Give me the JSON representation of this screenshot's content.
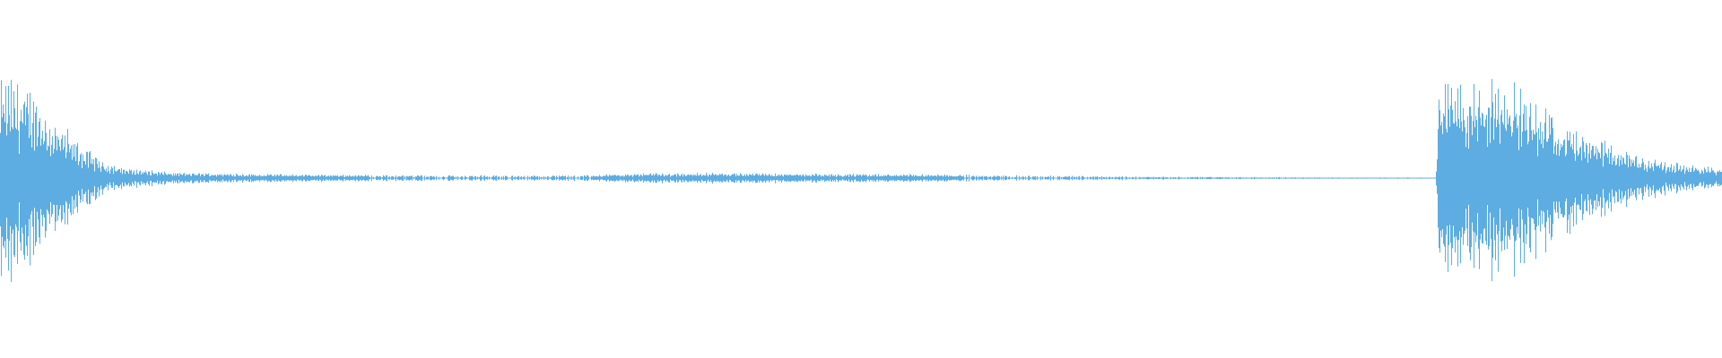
{
  "waveform": {
    "color": "#5dade2",
    "background": "#ffffff",
    "amplitude_profile": [
      {
        "t": 0.0,
        "a": 0.62
      },
      {
        "t": 0.01,
        "a": 0.58
      },
      {
        "t": 0.02,
        "a": 0.52
      },
      {
        "t": 0.03,
        "a": 0.36
      },
      {
        "t": 0.045,
        "a": 0.22
      },
      {
        "t": 0.06,
        "a": 0.1
      },
      {
        "t": 0.075,
        "a": 0.06
      },
      {
        "t": 0.1,
        "a": 0.035
      },
      {
        "t": 0.14,
        "a": 0.028
      },
      {
        "t": 0.18,
        "a": 0.022
      },
      {
        "t": 0.25,
        "a": 0.018
      },
      {
        "t": 0.33,
        "a": 0.016
      },
      {
        "t": 0.38,
        "a": 0.03
      },
      {
        "t": 0.43,
        "a": 0.032
      },
      {
        "t": 0.48,
        "a": 0.026
      },
      {
        "t": 0.52,
        "a": 0.024
      },
      {
        "t": 0.56,
        "a": 0.02
      },
      {
        "t": 0.6,
        "a": 0.016
      },
      {
        "t": 0.65,
        "a": 0.012
      },
      {
        "t": 0.7,
        "a": 0.008
      },
      {
        "t": 0.76,
        "a": 0.005
      },
      {
        "t": 0.8,
        "a": 0.004
      },
      {
        "t": 0.834,
        "a": 0.004
      },
      {
        "t": 0.836,
        "a": 0.6
      },
      {
        "t": 0.86,
        "a": 0.58
      },
      {
        "t": 0.88,
        "a": 0.56
      },
      {
        "t": 0.9,
        "a": 0.44
      },
      {
        "t": 0.92,
        "a": 0.26
      },
      {
        "t": 0.94,
        "a": 0.18
      },
      {
        "t": 0.96,
        "a": 0.12
      },
      {
        "t": 0.98,
        "a": 0.08
      },
      {
        "t": 1.0,
        "a": 0.06
      }
    ]
  }
}
